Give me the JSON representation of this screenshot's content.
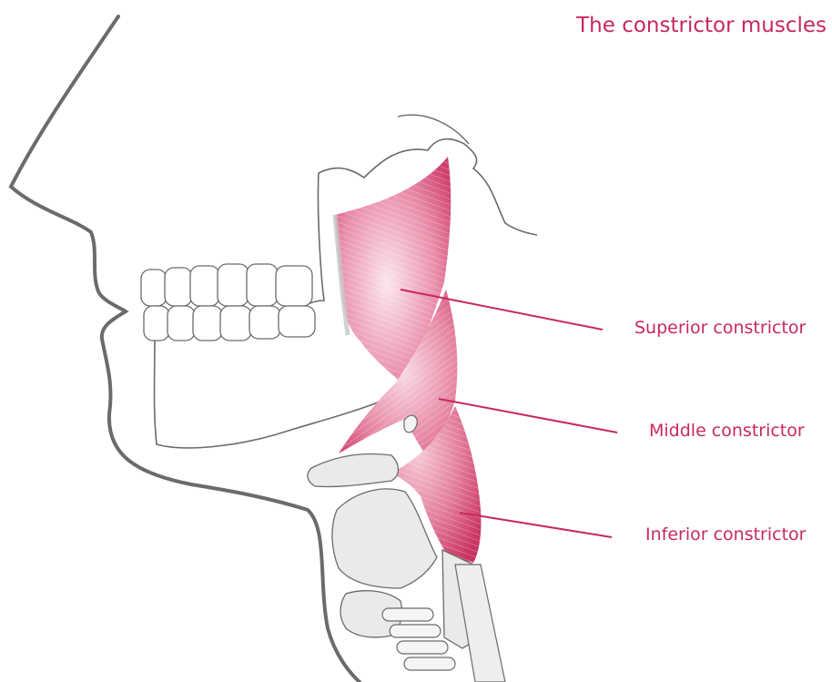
{
  "title": "The constrictor muscles",
  "labels": {
    "superior": "Superior constrictor",
    "middle": "Middle constrictor",
    "inferior": "Inferior constrictor"
  },
  "colors": {
    "accent": "#c8275f",
    "muscle": "#e07a98",
    "muscle_light": "#f6cfda",
    "outline": "#6b6b6b",
    "bone_fill": "#ececec"
  }
}
